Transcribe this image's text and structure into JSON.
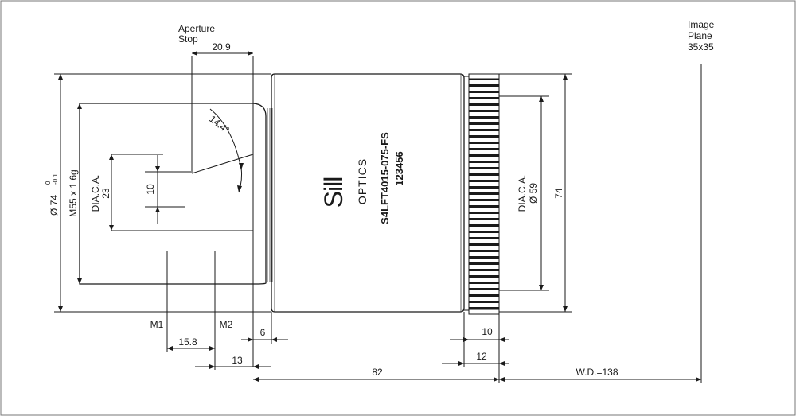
{
  "labels": {
    "aperture_stop_line1": "Aperture",
    "aperture_stop_line2": "Stop",
    "image_plane_line1": "Image",
    "image_plane_line2": "Plane",
    "image_plane_line3": "35x35",
    "m1": "M1",
    "m2": "M2"
  },
  "dimensions": {
    "d_20_9": "20.9",
    "angle": "14.4°",
    "d_10_inner": "10",
    "dia_ca_23_line1": "DIA.C.A.",
    "dia_ca_23_line2": "23",
    "thread": "M55 x 1  6g",
    "outer_dia": "Ø 74",
    "outer_dia_tol_upper": "0",
    "outer_dia_tol_lower": "-0.1",
    "dia_ca_59_line1": "DIA.C.A.",
    "dia_ca_59_line2": "Ø 59",
    "d_74": "74",
    "d_15_8": "15.8",
    "d_13": "13",
    "d_6": "6",
    "d_82": "82",
    "d_10_ring": "10",
    "d_12": "12",
    "working_distance": "W.D.=138"
  },
  "engraving": {
    "brand_top": "Sill",
    "brand_bottom": "OPTICS",
    "model": "S4LFT4015-075-FS",
    "serial": "123456"
  }
}
